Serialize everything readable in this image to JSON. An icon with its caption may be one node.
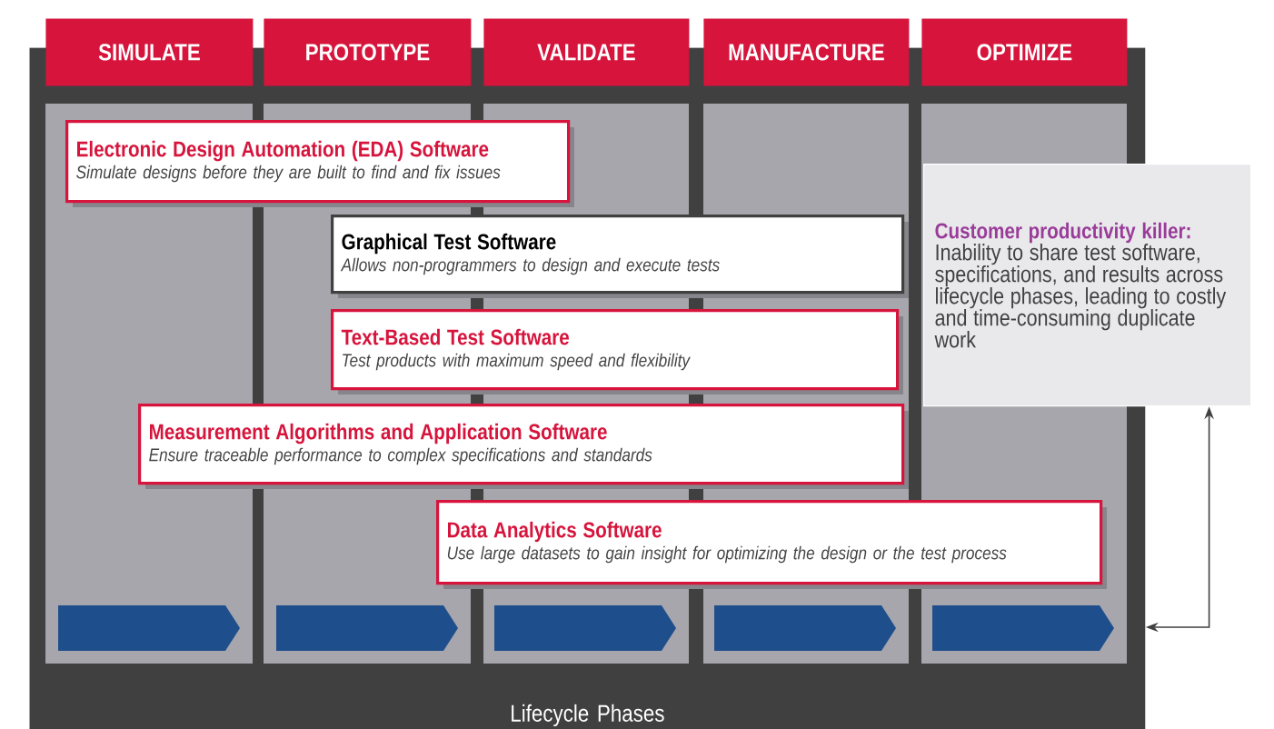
{
  "diagram": {
    "nodes": [
      {
        "text": [
          "SIMULATE"
        ]
      },
      {
        "text": [
          "PROTOTYPE"
        ]
      },
      {
        "text": [
          "VALIDATE"
        ]
      },
      {
        "text": [
          "MANUFACTURE"
        ]
      },
      {
        "text": [
          "OPTIMIZE"
        ]
      },
      {
        "text": [
          "Lifecycle Phases"
        ]
      },
      {
        "text": [
          "Electronic Design Automation (EDA) Software",
          "Simulate designs before they are built to find and fix issues"
        ],
        "in": 5
      },
      {
        "text": [
          "Graphical Test Software",
          "Allows non-programmers to design and execute tests"
        ],
        "in": 5
      },
      {
        "text": [
          "Text-Based Test Software",
          "Test products with maximum speed and flexibility"
        ],
        "in": 5
      },
      {
        "text": [
          "Measurement Algorithms and Application Software",
          "Ensure traceable performance to complex specifications and standards"
        ],
        "in": 5
      },
      {
        "text": [
          "Data Analytics Software",
          "Use large datasets to gain insight for optimizing the design or the test process"
        ],
        "in": 5
      },
      {
        "text": [
          "Customer productivity killer:",
          "Inability to share test software, specifications, and results across lifecycle phases, leading to costly and time-consuming duplicate work"
        ]
      }
    ],
    "edges": [
      {
        "from": 5,
        "to": 11,
        "arrow": "both"
      }
    ]
  }
}
